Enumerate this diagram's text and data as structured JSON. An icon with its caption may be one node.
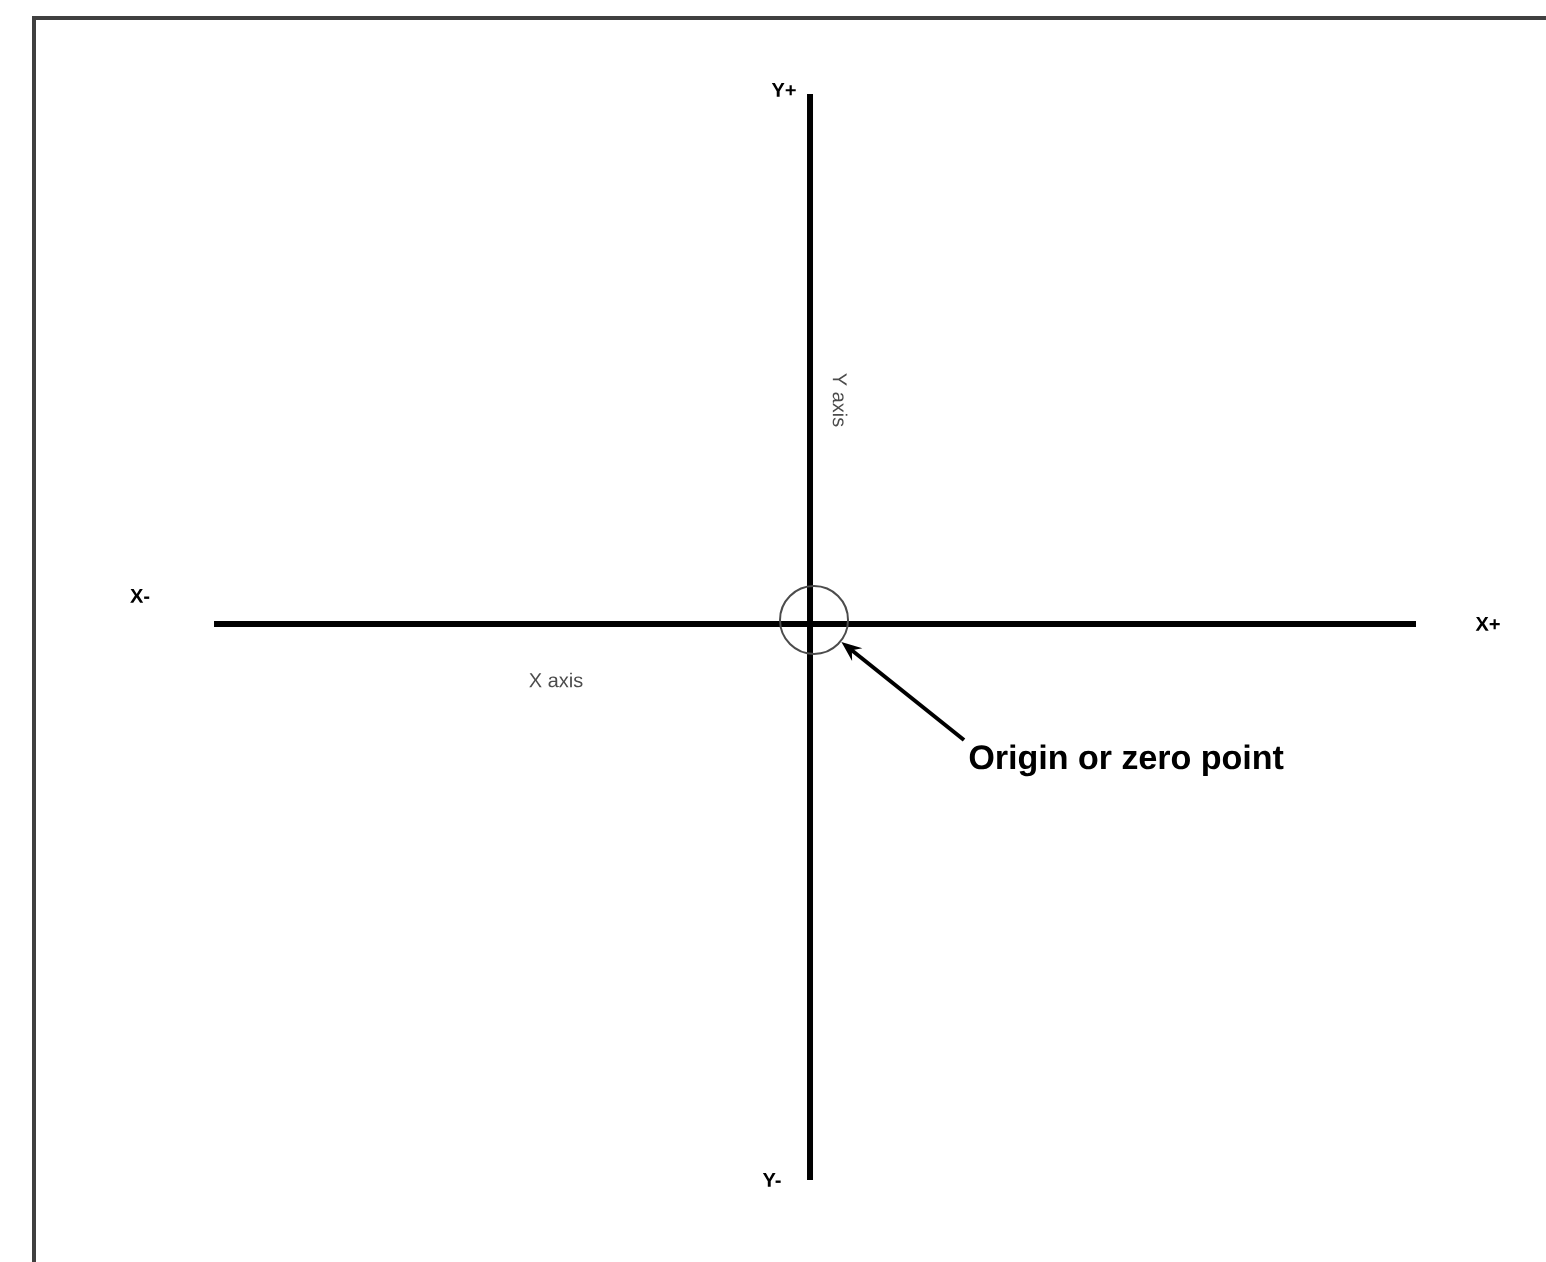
{
  "diagram": {
    "nodes": [
      {
        "text": [
          "Origin or zero point"
        ]
      },
      {
        "text": [],
        "shape": "circle"
      }
    ],
    "edges": [
      {
        "from": 0,
        "to": 1,
        "arrow": "to"
      }
    ],
    "labels": [
      "Y+",
      "Y axis",
      "X-",
      "X axis",
      "X+",
      "Y-"
    ]
  }
}
